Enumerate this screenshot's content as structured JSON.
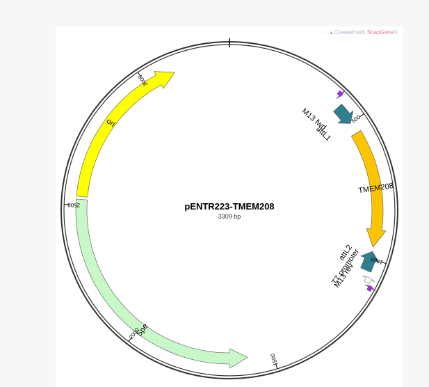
{
  "branding": {
    "prefix": "Created with ",
    "name": "SnapGene",
    "mark": "®"
  },
  "plasmid": {
    "name": "pENTR223-TMEM208",
    "size_text": "3309 bp",
    "length": 3309
  },
  "ticks": [
    {
      "label": "500",
      "pos": 500
    },
    {
      "label": "1000",
      "pos": 1000
    },
    {
      "label": "1500",
      "pos": 1500
    },
    {
      "label": "2000",
      "pos": 2000
    },
    {
      "label": "2500",
      "pos": 2500
    },
    {
      "label": "3000",
      "pos": 3000
    }
  ],
  "features": [
    {
      "label": "ori",
      "start": 2530,
      "end": 3110,
      "strand": "+",
      "color": "#ffff00",
      "type": "arrow"
    },
    {
      "label": "Spe",
      "start": 1590,
      "end": 2520,
      "strand": "-",
      "color": "#c8f7c8",
      "type": "arrow"
    },
    {
      "label": "TMEM208",
      "start": 540,
      "end": 960,
      "strand": "+",
      "color": "#ffc400",
      "type": "arrow"
    },
    {
      "label": "attL1",
      "start": 428,
      "end": 500,
      "strand": "+",
      "color": "#2f7f8f",
      "type": "arrow"
    },
    {
      "label": "attL2",
      "start": 975,
      "end": 1045,
      "strand": "-",
      "color": "#2f7f8f",
      "type": "arrow"
    },
    {
      "label": "M13 fwd",
      "start": 393,
      "end": 409,
      "strand": "+",
      "color": "#a32be0",
      "type": "primer"
    },
    {
      "label": "M13 rev",
      "start": 1086,
      "end": 1103,
      "strand": "-",
      "color": "#a32be0",
      "type": "primer"
    },
    {
      "label": "T7 promoter",
      "start": 1063,
      "end": 1082,
      "strand": "-",
      "color": "#ffffff",
      "type": "promoter"
    }
  ]
}
